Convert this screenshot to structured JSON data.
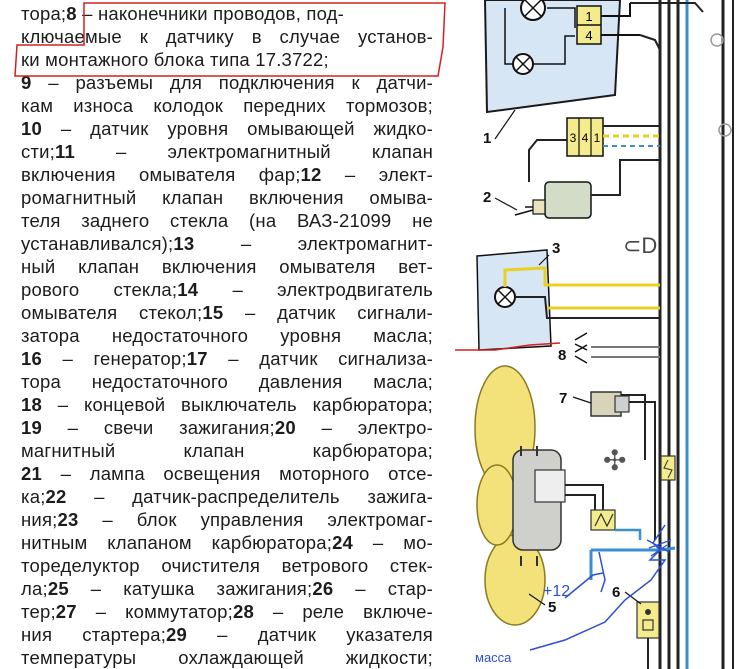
{
  "legend": {
    "lines": [
      {
        "num": "",
        "text": "тора;",
        "num2": "8",
        "text2": " – наконечники проводов, под-"
      },
      {
        "num": "",
        "text": "ключаемые к датчику в случае установ-"
      },
      {
        "num": "",
        "text": "ки монтажного блока типа 17.3722;"
      },
      {
        "num": "9",
        "text": " – разъемы для подключения к датчи-"
      },
      {
        "num": "",
        "text": "кам износа колодок передних тормозов;"
      },
      {
        "num": "10",
        "text": " – датчик уровня омывающей жидко-"
      },
      {
        "num": "",
        "text": "сти;",
        "num2": "11",
        "text2": " – электромагнитный клапан"
      },
      {
        "num": "",
        "text": "включения омывателя фар;",
        "num2": "12",
        "text2": " – элект-"
      },
      {
        "num": "",
        "text": "ромагнитный клапан включения омыва-"
      },
      {
        "num": "",
        "text": "теля заднего стекла (на ВАЗ-21099 не"
      },
      {
        "num": "",
        "text": "устанавливался);",
        "num2": "13",
        "text2": " – электромагнит-"
      },
      {
        "num": "",
        "text": "ный клапан включения омывателя вет-"
      },
      {
        "num": "",
        "text": "рового стекла;",
        "num2": "14",
        "text2": " – электродвигатель"
      },
      {
        "num": "",
        "text": "омывателя стекол;",
        "num2": "15",
        "text2": " – датчик сигнали-"
      },
      {
        "num": "",
        "text": "затора недостаточного уровня масла;"
      },
      {
        "num": "16",
        "text": " – генератор;",
        "num2": "17",
        "text2": " – датчик сигнализа-"
      },
      {
        "num": "",
        "text": "тора недостаточного давления масла;"
      },
      {
        "num": "18",
        "text": " – концевой выключатель карбюратора;"
      },
      {
        "num": "",
        "text": "",
        "num2": "19",
        "text2": " – свечи зажигания;",
        "num3": "20",
        "text3": " – электро-"
      },
      {
        "num": "",
        "text": "магнитный клапан карбюратора;"
      },
      {
        "num": "21",
        "text": " – лампа освещения моторного отсе-"
      },
      {
        "num": "",
        "text": "ка;",
        "num2": "22",
        "text2": " – датчик-распределитель зажига-"
      },
      {
        "num": "",
        "text": "ния;",
        "num2": "23",
        "text2": " – блок управления электромаг-"
      },
      {
        "num": "",
        "text": "нитным клапаном карбюратора;",
        "num2": "24",
        "text2": " – мо-"
      },
      {
        "num": "",
        "text": "тоределуктор очистителя ветрового стек-"
      },
      {
        "num": "",
        "text": "ла;",
        "num2": "25",
        "text2": " – катушка зажигания;",
        "num3": "26",
        "text3": " – стар-"
      },
      {
        "num": "",
        "text": "тер;",
        "num2": "27",
        "text2": " – коммутатор;",
        "num3": "28",
        "text3": " – реле включе-"
      },
      {
        "num": "",
        "text": "ния стартера;",
        "num2": "29",
        "text2": " – датчик указателя"
      },
      {
        "num": "",
        "text": "температуры охлаждающей жидкости;"
      }
    ]
  },
  "diagram": {
    "labels": {
      "c1": "1",
      "c2": "2",
      "c3": "3",
      "c5": "5",
      "c6": "6",
      "c7": "7",
      "c8": "8"
    },
    "connector_pins": {
      "top_a": "1",
      "top_b": "4",
      "mid_a": "3",
      "mid_b": "4",
      "mid_c": "1"
    },
    "annotations": {
      "plus12": "+12",
      "massa": "масса"
    }
  },
  "colors": {
    "yellow_wire": "#e8d020",
    "blue_wire": "#3a8fd0",
    "annotation_red": "#d42020",
    "annotation_blue": "#2b4fd6",
    "fan": "#f3e27a"
  }
}
